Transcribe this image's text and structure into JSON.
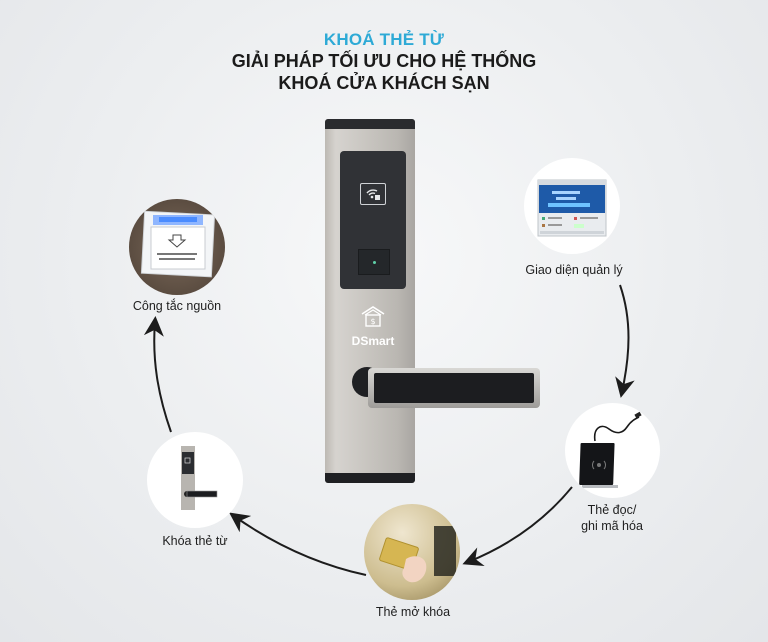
{
  "header": {
    "accent_title": "KHOÁ THẺ TỪ",
    "title_line_1": "GIẢI PHÁP TỐI ƯU CHO HỆ THỐNG",
    "title_line_2": "KHOÁ CỬA KHÁCH SẠN"
  },
  "colors": {
    "accent": "#2eaad6",
    "text": "#1b1b1b",
    "background": "#eceef0"
  },
  "center_product": {
    "brand": "DSmart",
    "brand_icon": "smart-home-icon",
    "reader_icon": "rfid-icon"
  },
  "cycle_nodes": [
    {
      "label": "Giao diện quản lý",
      "icon": "management-software-icon"
    },
    {
      "label_line_1": "Thẻ đọc/",
      "label_line_2": "ghi mã hóa",
      "icon": "card-encoder-icon"
    },
    {
      "label": "Thẻ mở khóa",
      "icon": "key-card-icon"
    },
    {
      "label": "Khóa thẻ từ",
      "icon": "card-lock-icon"
    },
    {
      "label": "Công tắc nguồn",
      "icon": "power-switch-icon"
    }
  ]
}
